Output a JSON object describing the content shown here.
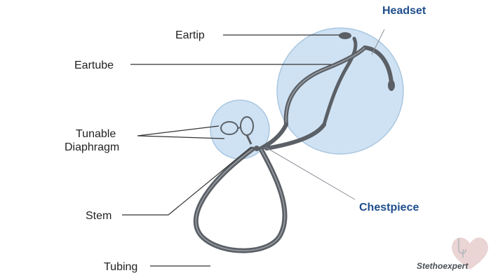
{
  "labels": {
    "eartip": "Eartip",
    "eartube": "Eartube",
    "tunable_line1": "Tunable",
    "tunable_line2": "Diaphragm",
    "stem": "Stem",
    "tubing": "Tubing",
    "headset": "Headset",
    "chestpiece": "Chestpiece"
  },
  "watermark": {
    "text": "Stethoexpert"
  },
  "colors": {
    "callout_fill": "#cfe2f3",
    "callout_stroke": "#a9c7e0",
    "tube": "#5b6066",
    "tube_highlight": "#9aa0a6",
    "accent_blue": "#1f4e8c",
    "watermark_heart": "#e6c9c9"
  }
}
